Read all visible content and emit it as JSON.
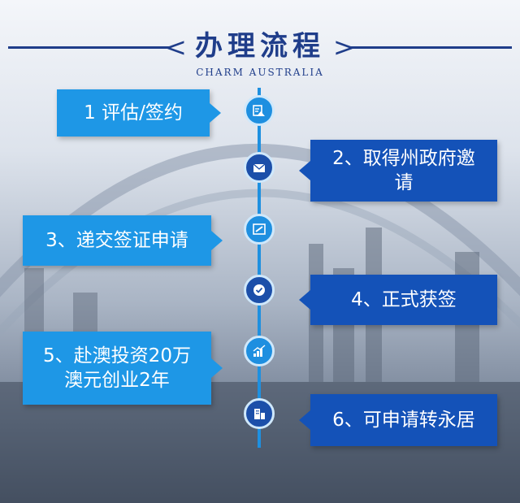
{
  "header": {
    "title": "办理流程",
    "subtitle": "CHARM AUSTRALIA",
    "chevron_left": "<",
    "chevron_right": ">"
  },
  "colors": {
    "dark_blue": "#1f3d8a",
    "light_box": "#1e97e6",
    "dark_box": "#1452b8",
    "timeline": "#1e90e0"
  },
  "steps": [
    {
      "text": "1 评估/签约",
      "icon": "document-alert-icon"
    },
    {
      "text": "2、取得州政府邀请",
      "icon": "envelope-icon"
    },
    {
      "text": "3、递交签证申请",
      "icon": "form-icon"
    },
    {
      "text": "4、正式获签",
      "icon": "check-icon"
    },
    {
      "text": "5、赴澳投资20万澳元创业2年",
      "icon": "growth-chart-icon"
    },
    {
      "text": "6、可申请转永居",
      "icon": "building-icon"
    }
  ]
}
